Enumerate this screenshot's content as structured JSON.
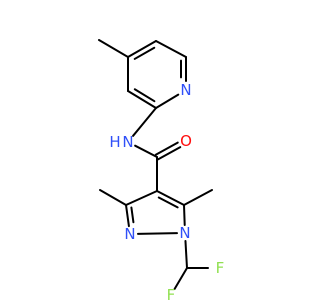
{
  "structure": {
    "atom_labels": {
      "N_pyridine": "N",
      "N_amide": "N",
      "H_amide": "H",
      "O_carbonyl": "O",
      "N_pyrazole_2": "N",
      "N_pyrazole_1": "N",
      "F_1": "F",
      "F_2": "F"
    },
    "colors": {
      "carbon_bond": "#000000",
      "nitrogen": "#3050F8",
      "oxygen": "#FF0D0D",
      "fluorine": "#90E050"
    }
  }
}
